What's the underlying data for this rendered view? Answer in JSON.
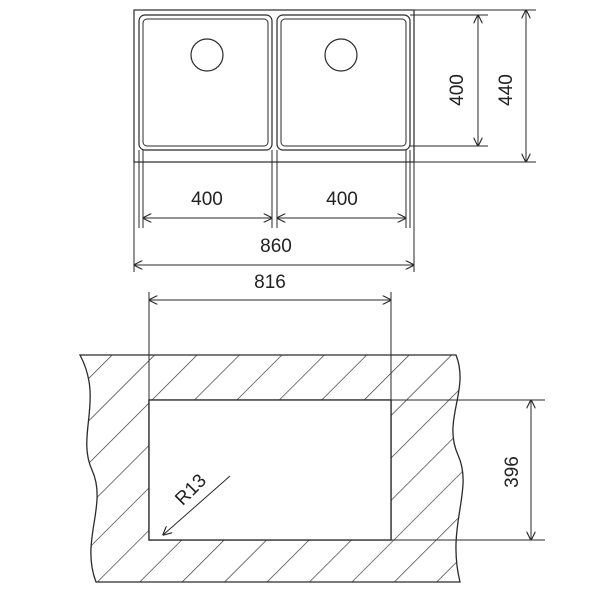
{
  "colors": {
    "line": "#2a2a2a",
    "text": "#222222",
    "background": "#ffffff"
  },
  "top_view": {
    "dims": {
      "bowl_left_width": "400",
      "bowl_right_width": "400",
      "overall_width": "860",
      "bowl_depth": "400",
      "overall_depth": "440"
    }
  },
  "cutout_view": {
    "dims": {
      "cutout_width": "816",
      "cutout_depth": "396",
      "corner_radius": "R13"
    }
  }
}
